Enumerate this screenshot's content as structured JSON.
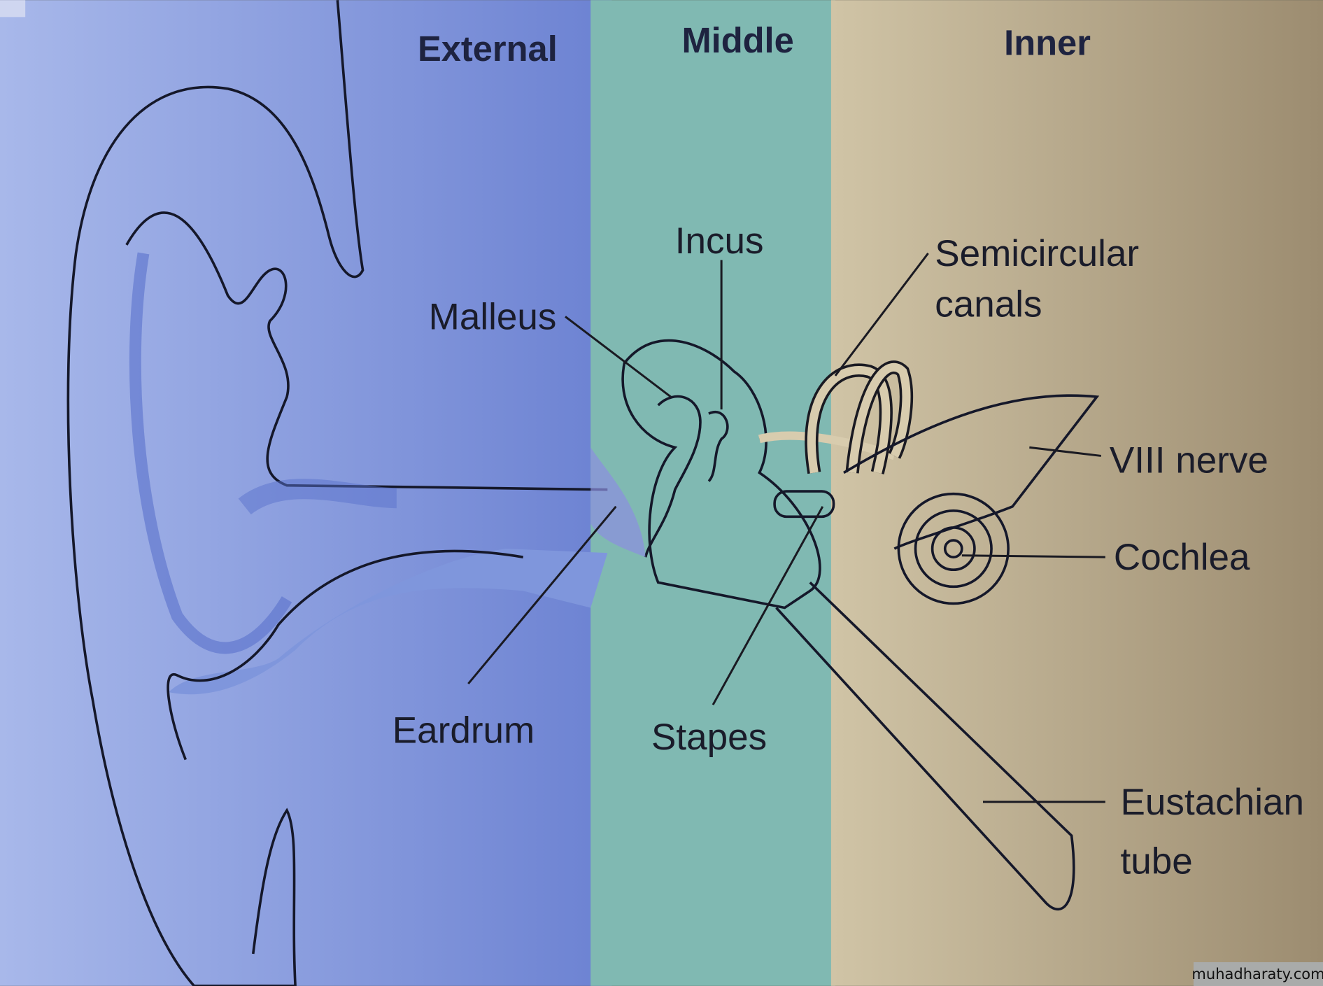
{
  "sections": {
    "external": "External",
    "middle": "Middle",
    "inner": "Inner"
  },
  "labels": {
    "incus": "Incus",
    "malleus": "Malleus",
    "semicircular_line1": "Semicircular",
    "semicircular_line2": "canals",
    "viii_nerve": "VIII nerve",
    "cochlea": "Cochlea",
    "eardrum": "Eardrum",
    "stapes": "Stapes",
    "eustachian_line1": "Eustachian",
    "eustachian_line2": "tube"
  },
  "watermark": "muhadharaty.com",
  "colors": {
    "external": "#6f86d6",
    "middle": "#7fb8b0",
    "inner": "#c8b898",
    "ossicle_green": "#3e9a78"
  }
}
